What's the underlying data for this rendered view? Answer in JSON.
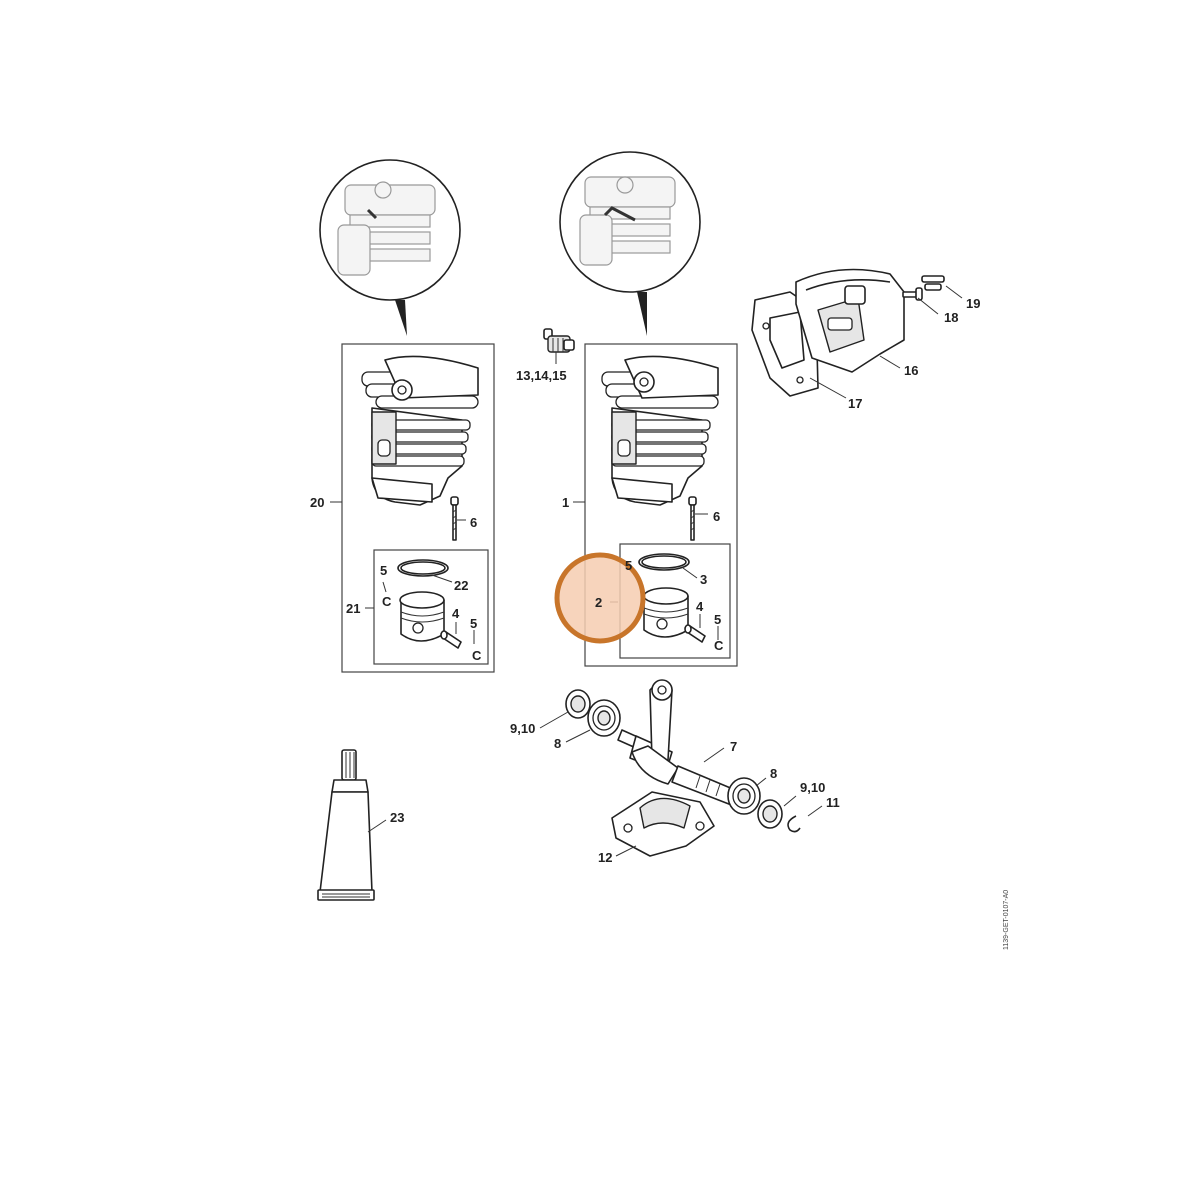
{
  "highlight": {
    "label": "2",
    "color": "#c8752a",
    "fill": "#f6cdb0"
  },
  "colors": {
    "line": "#222222",
    "background": "#ffffff"
  },
  "callouts": {
    "c1": "1",
    "c2": "2",
    "c3": "3",
    "c4a": "4",
    "c4b": "4",
    "c5a": "5",
    "c5b": "5",
    "c5c": "5",
    "c5d": "5",
    "c6a": "6",
    "c6b": "6",
    "c7": "7",
    "c8a": "8",
    "c8b": "8",
    "c910a": "9,10",
    "c910b": "9,10",
    "c11": "11",
    "c12": "12",
    "c131415": "13,14,15",
    "c16": "16",
    "c17": "17",
    "c18": "18",
    "c19": "19",
    "c20": "20",
    "c21": "21",
    "c22": "22",
    "c23": "23"
  },
  "reference_code": "1139-GET-0107-A0"
}
